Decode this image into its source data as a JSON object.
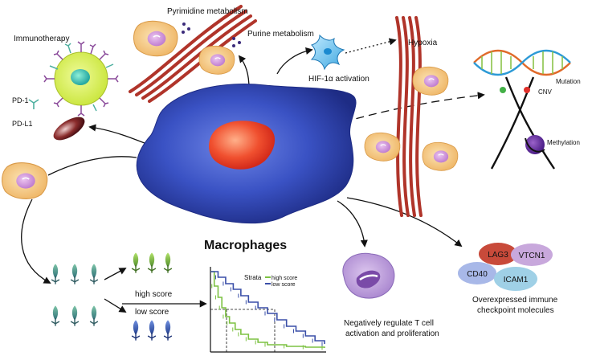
{
  "labels": {
    "pyrimidine": "Pyrimidine metabolism",
    "purine": "Purine metabolism",
    "immunotherapy": "Immunotherapy",
    "pd1": "PD-1",
    "pdl1": "PD-L1",
    "hif": "HIF-1α activation",
    "hypoxia": "Hypoxia",
    "mutation": "Mutation",
    "cnv": "CNV",
    "methylation": "Methylation",
    "macrophages": "Macrophages",
    "high_score": "high score",
    "low_score": "low score",
    "negative_line1": "Negatively regulate T cell",
    "negative_line2": "activation and proliferation",
    "overexpressed_line1": "Overexpressed immune",
    "overexpressed_line2": "checkpoint molecules"
  },
  "checkpoints": {
    "lag3": "LAG3",
    "vtcn1": "VTCN1",
    "cd40": "CD40",
    "icam1": "ICAM1"
  },
  "km": {
    "strata": "Strata",
    "high": "high score",
    "low": "low score"
  },
  "colors": {
    "macrophage": "#2b3fa8",
    "nucleus": "#e8402a",
    "tumor_cell": "#f4c27e",
    "vessel": "#b0342a",
    "high_curve": "#7dc242",
    "low_curve": "#3a4fa8",
    "immune_cell": "#d7ef4a"
  },
  "chart_data": {
    "type": "line",
    "title": "",
    "xlabel": "",
    "ylabel": "",
    "legend_title": "Strata",
    "series": [
      {
        "name": "high score",
        "x": [
          0,
          2,
          4,
          6,
          8,
          10,
          13,
          16,
          20,
          25,
          30,
          40,
          50,
          60
        ],
        "y": [
          1.0,
          0.82,
          0.68,
          0.55,
          0.44,
          0.36,
          0.28,
          0.22,
          0.16,
          0.12,
          0.09,
          0.07,
          0.06,
          0.05
        ]
      },
      {
        "name": "low score",
        "x": [
          0,
          4,
          8,
          12,
          16,
          20,
          25,
          30,
          35,
          40,
          45,
          50,
          55,
          60
        ],
        "y": [
          1.0,
          0.93,
          0.85,
          0.78,
          0.7,
          0.62,
          0.55,
          0.48,
          0.4,
          0.32,
          0.26,
          0.2,
          0.14,
          0.1
        ]
      }
    ],
    "xlim": [
      0,
      60
    ],
    "ylim": [
      0,
      1
    ]
  }
}
